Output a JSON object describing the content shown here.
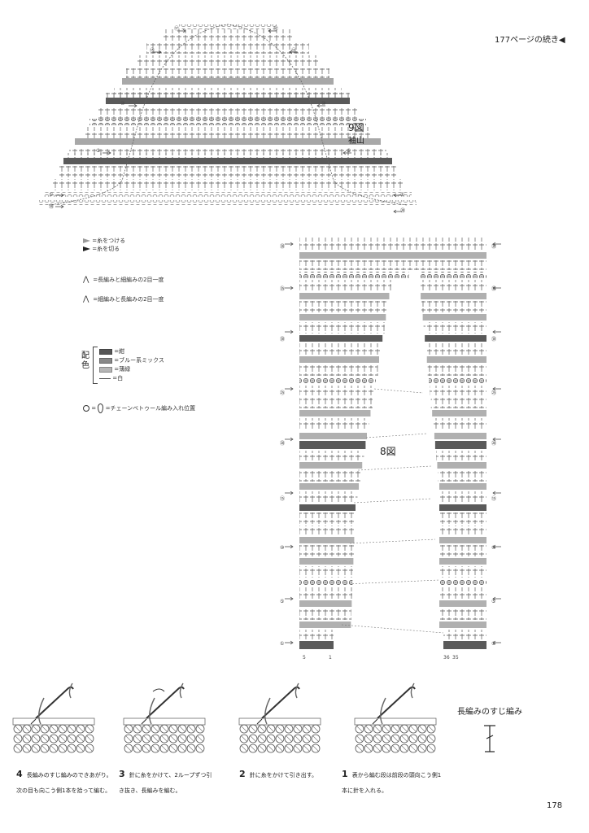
{
  "header": {
    "continued_from": "177ページの続き◀"
  },
  "fig9": {
    "number": "9図",
    "title": "袖山",
    "row_markers_left": [
      "⑰",
      "⑮",
      "⑩",
      "⑤",
      "①",
      "⑳"
    ],
    "row_markers_right": [
      "⑰",
      "⑮",
      "⑩",
      "⑤",
      "①",
      "⑳"
    ]
  },
  "legend": {
    "attach_yarn": "=糸をつける",
    "cut_yarn": "=糸を切る",
    "dc2tog": "=長編みと細編みの2目一度",
    "sc2tog": "=細編みと長編みの2目一度",
    "color_heading": "配色",
    "colors": [
      {
        "label": "=紺",
        "color": "#555555"
      },
      {
        "label": "=ブルー系ミックス",
        "color": "#888888"
      },
      {
        "label": "=薄緑",
        "color": "#b5b5b5"
      },
      {
        "label": "=白",
        "color": "#ffffff"
      }
    ],
    "placement": "=チェーンベトゥール編み入れ位置"
  },
  "fig8": {
    "number": "8図",
    "row_markers_left": [
      "㊳",
      "㉟",
      "㉚",
      "㉕",
      "⑳",
      "⑮",
      "⑩",
      "⑤",
      "①"
    ],
    "row_markers_right": [
      "㊳",
      "㉟",
      "㉚",
      "㉕",
      "⑳",
      "⑮",
      "⑩",
      "⑤",
      "①"
    ],
    "bottom_numbers_left": [
      "5",
      "1"
    ],
    "bottom_numbers_right": [
      "36",
      "35"
    ]
  },
  "technique": {
    "title": "長編みのすじ編み",
    "steps": [
      {
        "num": "4",
        "text": "長編みのすじ編みのできあがり。次の目も向こう側1本を拾って編む。"
      },
      {
        "num": "3",
        "text": "針に糸をかけて、2ループずつ引き抜き、長編みを編む。"
      },
      {
        "num": "2",
        "text": "針に糸をかけて引き出す。"
      },
      {
        "num": "1",
        "text": "表から編む段は前段の頭向こう側1本に針を入れる。"
      }
    ]
  },
  "footer": {
    "page_number": "178"
  }
}
